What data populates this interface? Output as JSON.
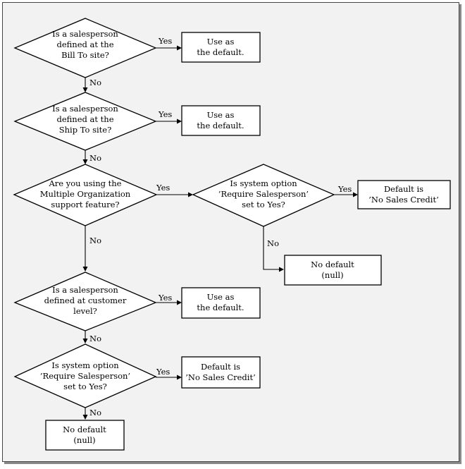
{
  "decisions": {
    "d1": [
      "Is a salesperson",
      "defined at the",
      "Bill To site?"
    ],
    "d2": [
      "Is a salesperson",
      "defined at the",
      "Ship To site?"
    ],
    "d3": [
      "Are you using the",
      "Multiple Organization",
      "support feature?"
    ],
    "d4": [
      "Is system option",
      "’Require Salesperson’",
      "set to Yes?"
    ],
    "d5": [
      "Is a salesperson",
      "defined at customer",
      "level?"
    ],
    "d6": [
      "Is system option",
      "’Require Salesperson’",
      "set to Yes?"
    ]
  },
  "outcomes": {
    "o1": [
      "Use as",
      "the default."
    ],
    "o2": [
      "Use as",
      "the default."
    ],
    "o3": [
      "Default is",
      "’No Sales Credit’"
    ],
    "o4": [
      "No default",
      "(null)"
    ],
    "o5": [
      "Use as",
      "the default."
    ],
    "o6": [
      "Default is",
      "’No Sales Credit’"
    ],
    "o7": [
      "No default",
      "(null)"
    ]
  },
  "edge_labels": {
    "yes": "Yes",
    "no": "No"
  }
}
